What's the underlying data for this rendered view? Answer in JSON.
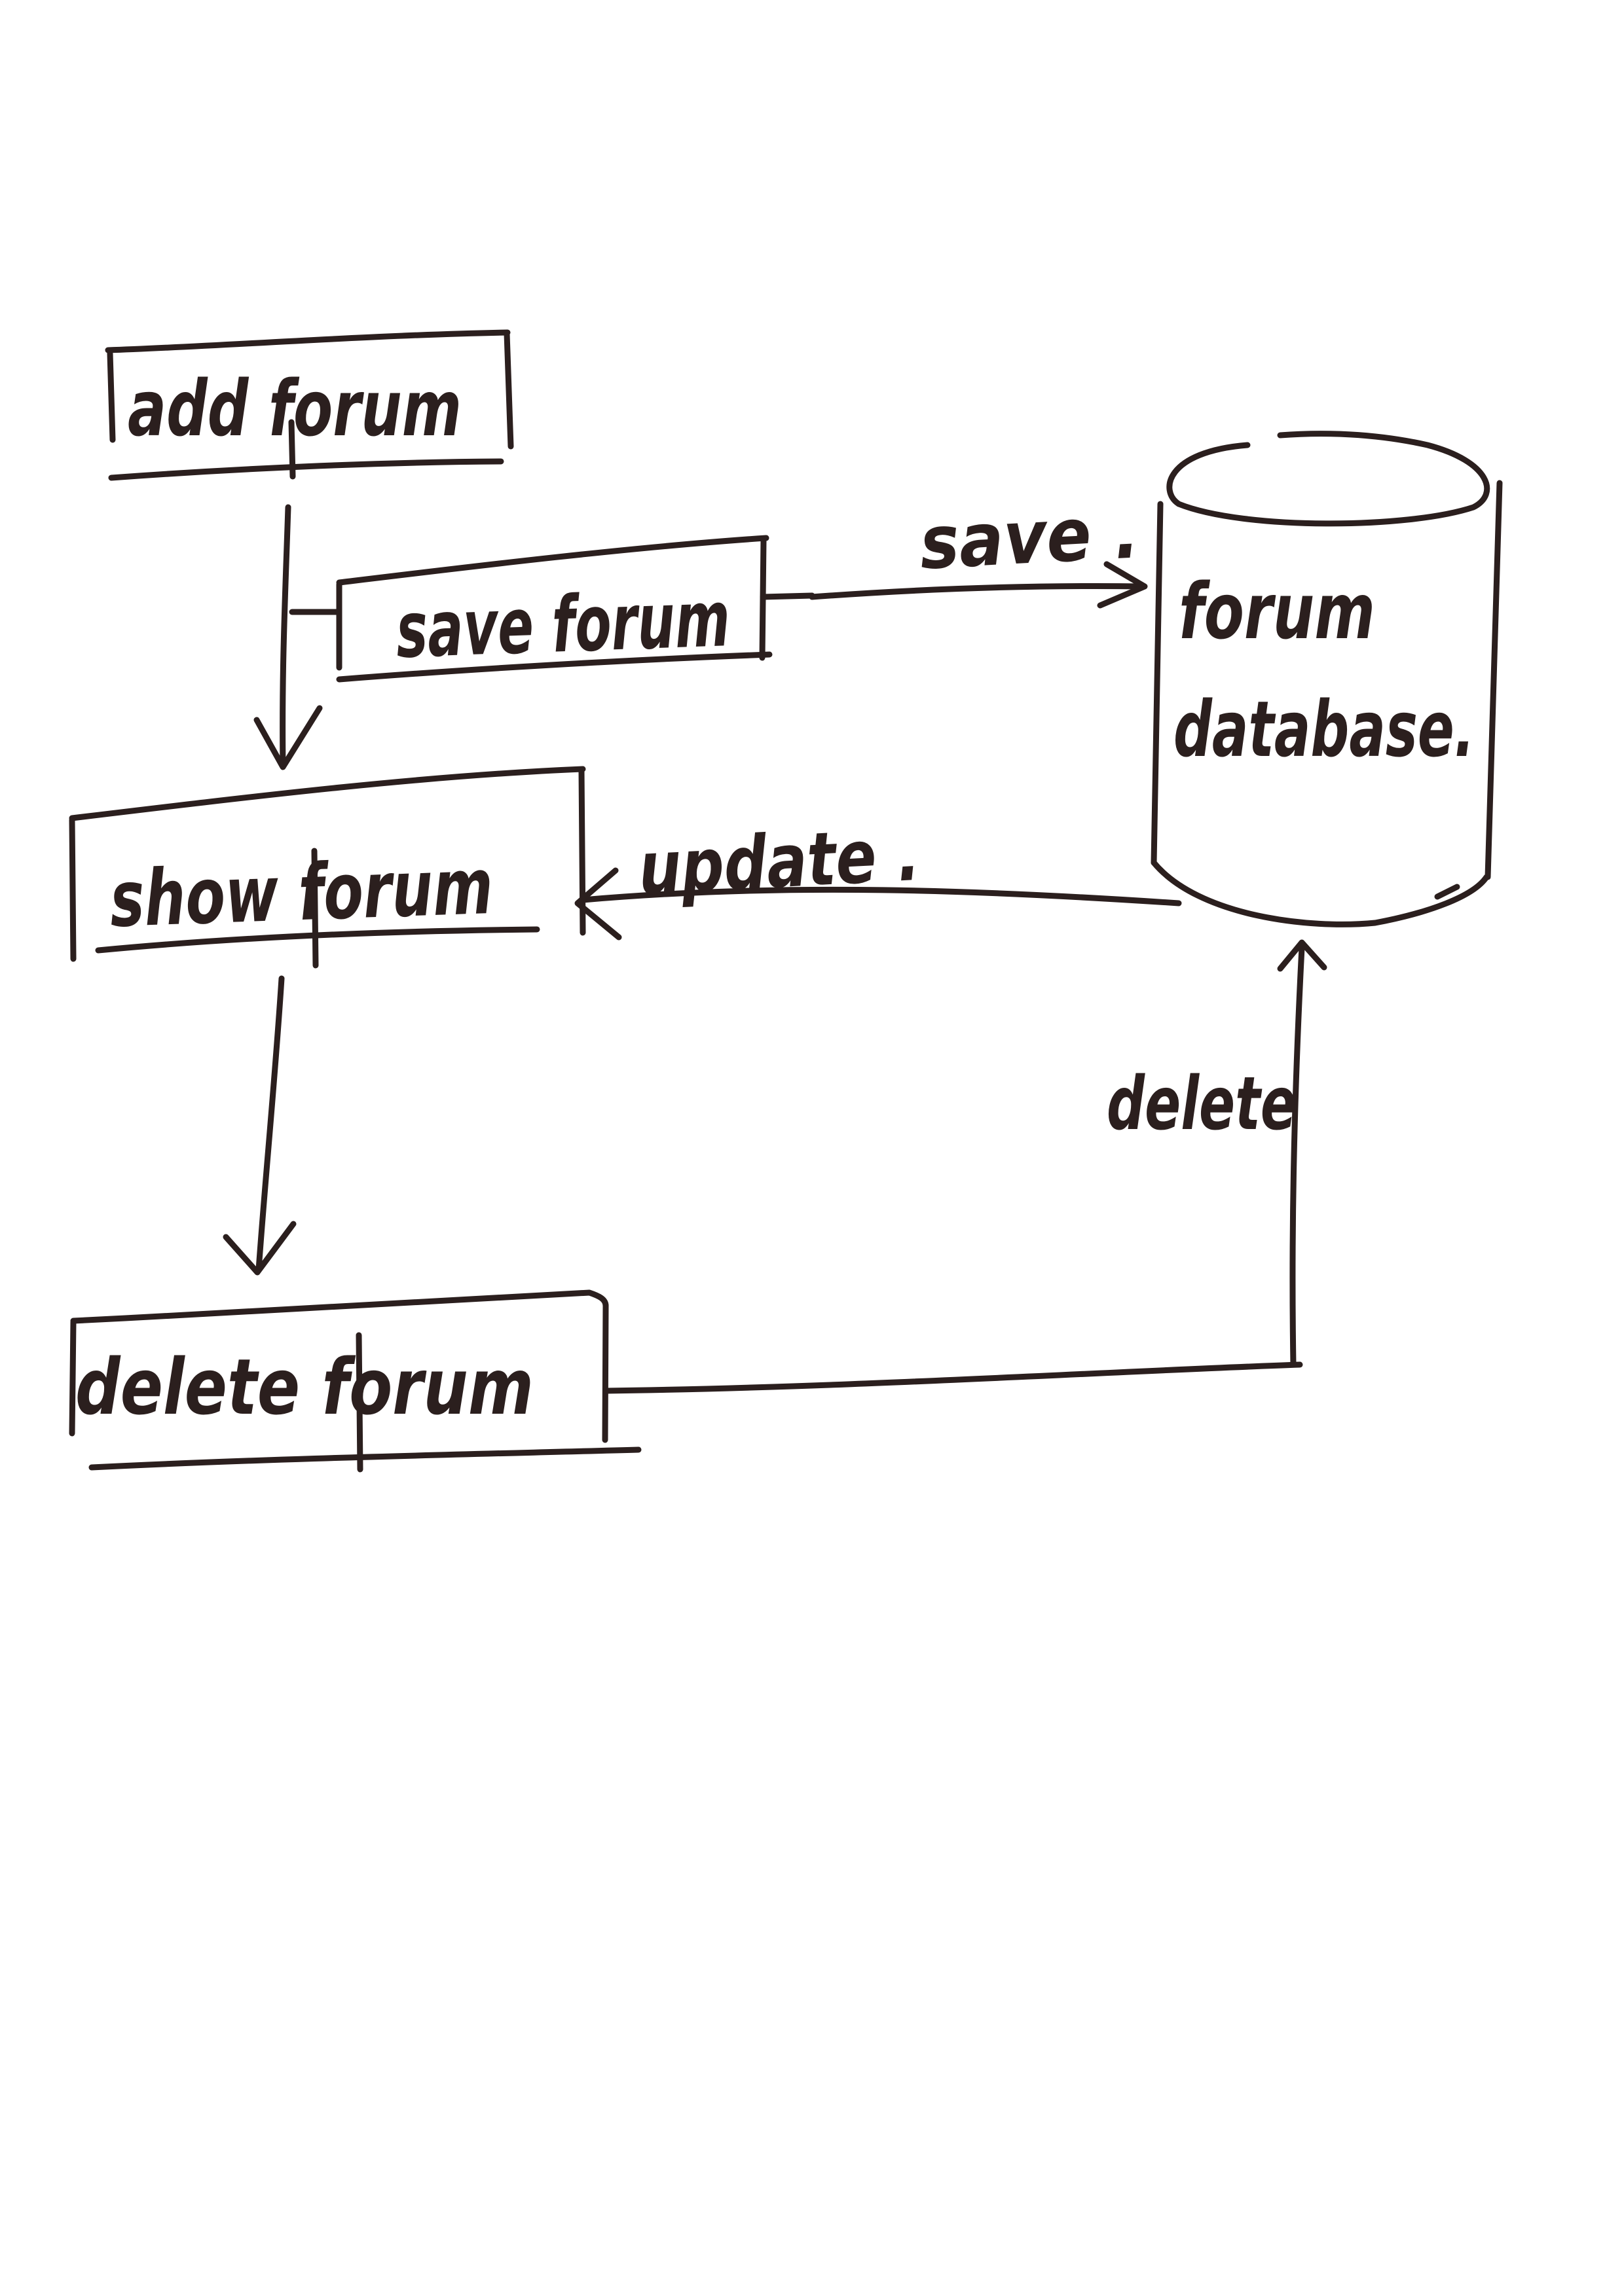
{
  "colors": {
    "ink": "#2b1f1e",
    "paper": "#ffffff"
  },
  "nodes": {
    "add_forum": "add forum",
    "save_forum": "save forum",
    "show_forum": "show forum",
    "delete_forum": "delete forum",
    "database_line1": "forum",
    "database_line2": "database."
  },
  "edges": {
    "save": "save .",
    "update": "update .",
    "delete": "delete"
  }
}
